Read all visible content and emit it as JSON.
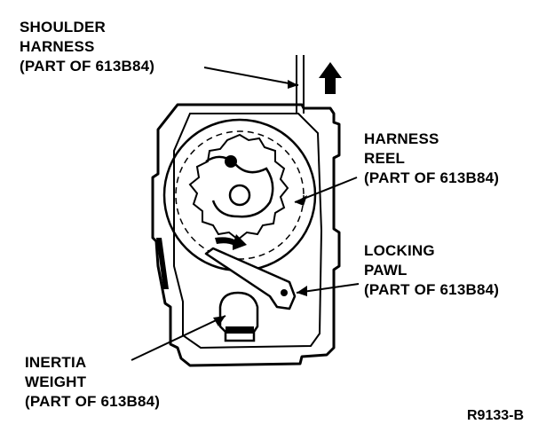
{
  "labels": {
    "shoulder_harness": [
      "SHOULDER",
      "HARNESS",
      "(PART OF 613B84)"
    ],
    "harness_reel": [
      "HARNESS",
      "REEL",
      "(PART OF 613B84)"
    ],
    "locking_pawl": [
      "LOCKING",
      "PAWL",
      "(PART OF 613B84)"
    ],
    "inertia_weight": [
      "INERTIA",
      "WEIGHT",
      "(PART OF 613B84)"
    ]
  },
  "figure_code": "R9133-B",
  "colors": {
    "ink": "#000000",
    "paper": "#ffffff"
  },
  "icons": {
    "direction_up": "arrow-up-icon",
    "rotation": "arrow-right-icon"
  }
}
